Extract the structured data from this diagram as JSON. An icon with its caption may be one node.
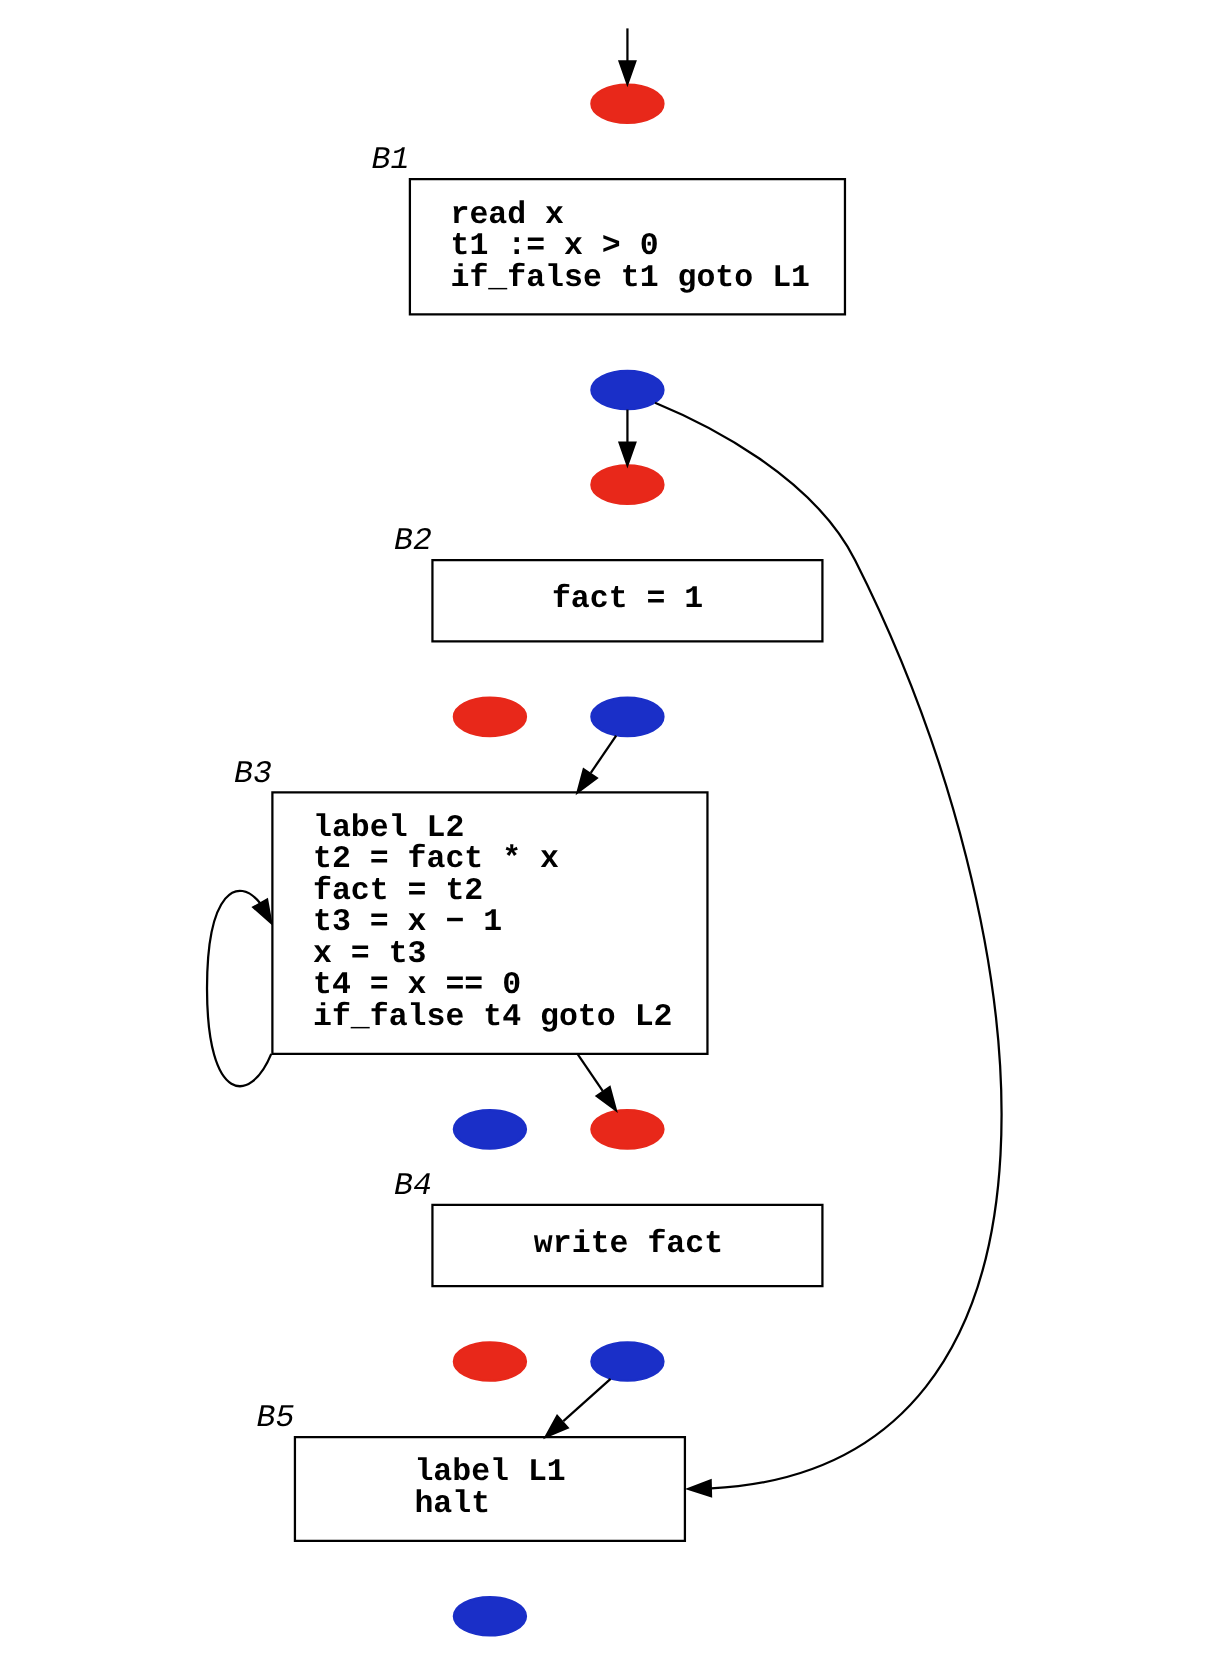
{
  "diagram": {
    "nodes": [
      {
        "text": [],
        "shape": "ellipse"
      },
      {
        "text": [
          "read x",
          "t1 := x > 0",
          "if_false t1 goto L1"
        ],
        "beside": [
          "B1"
        ]
      },
      {
        "text": [],
        "shape": "ellipse"
      },
      {
        "text": [],
        "shape": "ellipse"
      },
      {
        "text": [
          "fact = 1"
        ],
        "beside": [
          "B2"
        ]
      },
      {
        "text": [],
        "shape": "ellipse"
      },
      {
        "text": [],
        "shape": "ellipse"
      },
      {
        "text": [
          "label L2",
          "t2 = fact * x",
          "fact = t2",
          "t3 = x − 1",
          "x = t3",
          "t4 = x == 0",
          "if_false t4 goto L2"
        ],
        "beside": [
          "B3"
        ]
      },
      {
        "text": [],
        "shape": "ellipse"
      },
      {
        "text": [],
        "shape": "ellipse"
      },
      {
        "text": [
          "write fact"
        ],
        "beside": [
          "B4"
        ]
      },
      {
        "text": [],
        "shape": "ellipse"
      },
      {
        "text": [],
        "shape": "ellipse"
      },
      {
        "text": [
          "label L1",
          "halt"
        ],
        "beside": [
          "B5"
        ]
      },
      {
        "text": [],
        "shape": "ellipse"
      }
    ],
    "edges": [
      {
        "from": null,
        "to": 0,
        "arrow": "to"
      },
      {
        "from": 2,
        "to": 3,
        "arrow": "to"
      },
      {
        "from": 2,
        "to": 13,
        "arrow": "to"
      },
      {
        "from": 5,
        "to": 7,
        "arrow": "to"
      },
      {
        "from": 7,
        "to": 7,
        "arrow": "to"
      },
      {
        "from": 7,
        "to": 9,
        "arrow": "to"
      },
      {
        "from": 11,
        "to": 13,
        "arrow": "to"
      }
    ]
  }
}
